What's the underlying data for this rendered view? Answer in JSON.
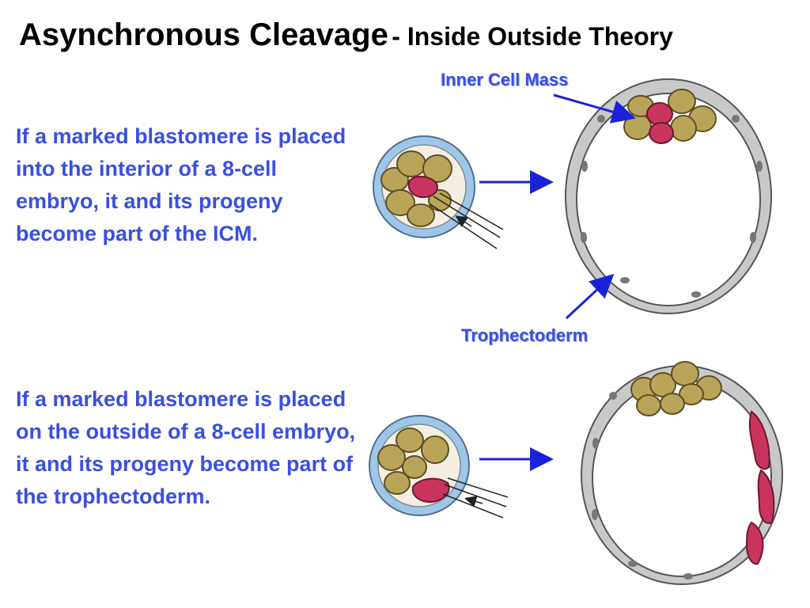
{
  "title": {
    "main": "Asynchronous Cleavage",
    "sub": "- Inside Outside Theory"
  },
  "paragraphs": [
    "If a marked blastomere is placed into the interior of a 8-cell embryo, it and its progeny become part of the ICM.",
    "If a marked blastomere is placed on the outside of a 8-cell embryo, it and its progeny become part of the trophectoderm."
  ],
  "labels": {
    "inner_cell_mass": "Inner Cell Mass",
    "trophectoderm": "Trophectoderm"
  },
  "colors": {
    "text_blue": "#3a4fe0",
    "arrow_blue": "#1a22d8",
    "cell_olive": "#b9a55a",
    "marked_red": "#c9345f",
    "membrane_gray": "#c9c9c9",
    "zona_blue": "#9ec6e8"
  }
}
